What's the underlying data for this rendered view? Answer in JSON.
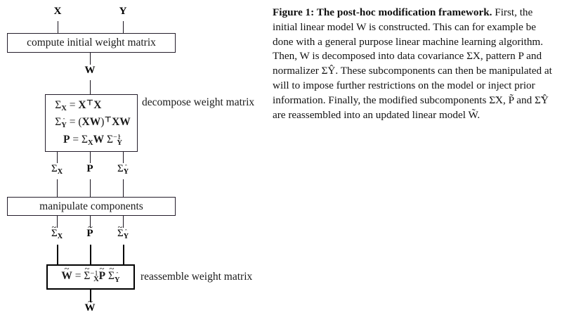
{
  "figure": {
    "caption_lead": "Figure 1: The post-hoc modification framework.",
    "caption_body": " First, the initial linear model W is constructed. This can for example be done with a general purpose linear machine learning algorithm. Then, W is decomposed into data covariance ΣX, pattern P and normalizer ΣŶ. These subcomponents can then be manipulated at will to impose further restrictions on the model or inject prior information. Finally, the modified subcomponents Σ̃X, P̃ and Σ̃Ŷ are reassembled into an updated linear model W̃."
  },
  "diagram": {
    "inputs": {
      "x_label": "X",
      "y_label": "Y"
    },
    "boxes": {
      "compute": {
        "label": "compute initial weight matrix"
      },
      "decompose": {
        "side_label": "decompose weight matrix",
        "eq1_lhs": "Σ",
        "eq1_lhs_sub": "X",
        "eq1_eq": "=",
        "eq1_rhs_a": "X",
        "eq1_rhs_sup": "⊤",
        "eq1_rhs_b": "X",
        "eq2_lhs": "Σ",
        "eq2_lhs_sub": "Ŷ",
        "eq2_eq": "=",
        "eq2_open": "(",
        "eq2_xw": "XW",
        "eq2_close": ")",
        "eq2_sup": "⊤",
        "eq2_tail": "XW",
        "eq3_lhs": "P",
        "eq3_eq": "=",
        "eq3_sigma": "Σ",
        "eq3_sigma_sub": "X",
        "eq3_w": "W",
        "eq3_sigma2": "Σ",
        "eq3_sigma2_sup": "−1",
        "eq3_sigma2_sub": "Ŷ"
      },
      "manipulate": {
        "label": "manipulate components"
      },
      "reassemble": {
        "side_label": "reassemble weight matrix",
        "eq_w": "W",
        "eq_eq": "=",
        "eq_sigma1": "Σ",
        "eq_sigma1_sup": "−1",
        "eq_sigma1_sub": "X",
        "eq_p": "P",
        "eq_sigma2": "Σ",
        "eq_sigma2_sub": "Ŷ",
        "tilde": "~"
      }
    },
    "wire_labels": {
      "w_top": "W",
      "sigma_x": "Σ",
      "sigma_x_sub": "X",
      "p": "P",
      "sigma_yhat": "Σ",
      "sigma_yhat_sub": "Ŷ",
      "sigma_x_tilde_sub": "X",
      "p_tilde": "P",
      "sigma_yhat_tilde_sub": "Ŷ",
      "w_bottom": "W",
      "tilde": "~",
      "hat": "ˆ"
    },
    "colors": {
      "box_border": "#241d2b",
      "heavy_border": "#000000",
      "line": "#17121c",
      "text": "#1a1a1a",
      "background": "#ffffff"
    }
  }
}
